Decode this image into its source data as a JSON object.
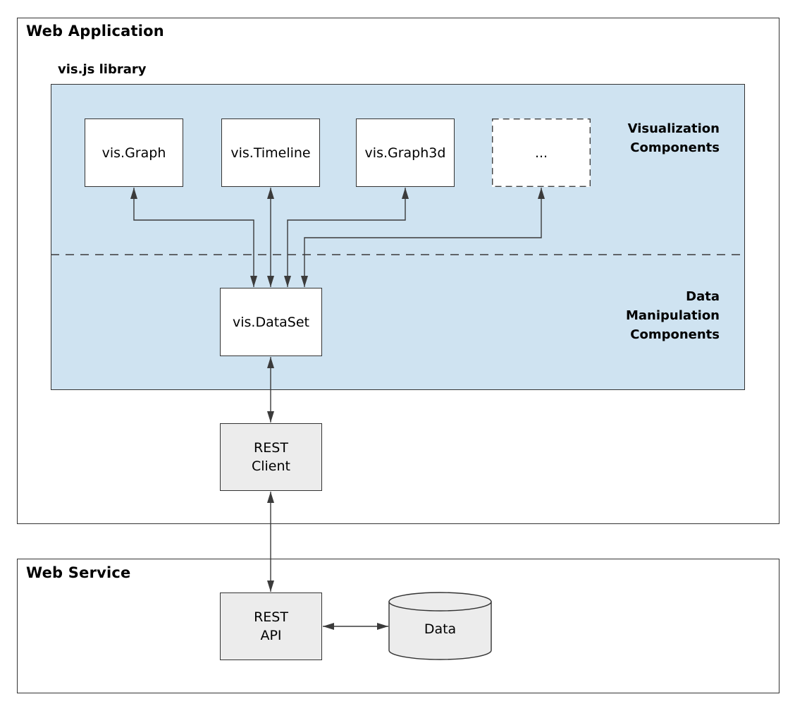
{
  "web_application": {
    "title": "Web Application"
  },
  "visjs_library": {
    "title": "vis.js library",
    "visualization_zone_label": "Visualization\nComponents",
    "data_manipulation_zone_label": "Data\nManipulation\nComponents",
    "components": [
      {
        "label": "vis.Graph"
      },
      {
        "label": "vis.Timeline"
      },
      {
        "label": "vis.Graph3d"
      },
      {
        "label": "..."
      }
    ],
    "dataset_label": "vis.DataSet"
  },
  "rest_client": {
    "label": "REST\nClient"
  },
  "web_service": {
    "title": "Web Service",
    "rest_api_label": "REST\nAPI",
    "data_store_label": "Data"
  },
  "colors": {
    "library_fill": "#cfe3f1",
    "service_node_fill": "#ececec",
    "node_fill": "#ffffff",
    "border": "#333333",
    "connector": "#3b3b3b",
    "text": "#000000",
    "background": "#ffffff"
  }
}
